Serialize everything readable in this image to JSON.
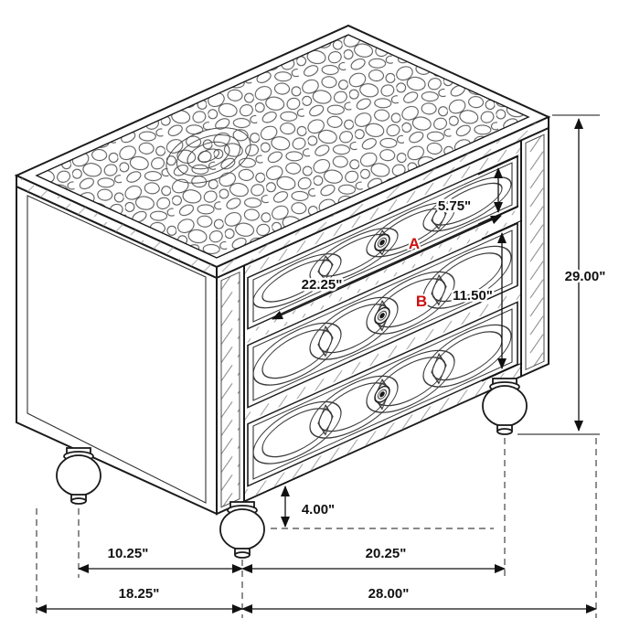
{
  "diagram": {
    "subject": "nightstand-isometric-dimension-drawing",
    "labels": {
      "drawer_a": "A",
      "drawer_b": "B"
    },
    "dimensions": {
      "top_drawer_height": "5.75\"",
      "overall_height": "29.00\"",
      "drawer_interior_width": "22.25\"",
      "lower_drawers_height": "11.50\"",
      "foot_height": "4.00\"",
      "foot_spacing_depth": "10.25\"",
      "foot_spacing_width": "20.25\"",
      "overall_depth": "18.25\"",
      "overall_width": "28.00\""
    },
    "colors": {
      "line": "#1a1a1a",
      "accent_red": "#cc1111",
      "background": "#ffffff"
    }
  }
}
